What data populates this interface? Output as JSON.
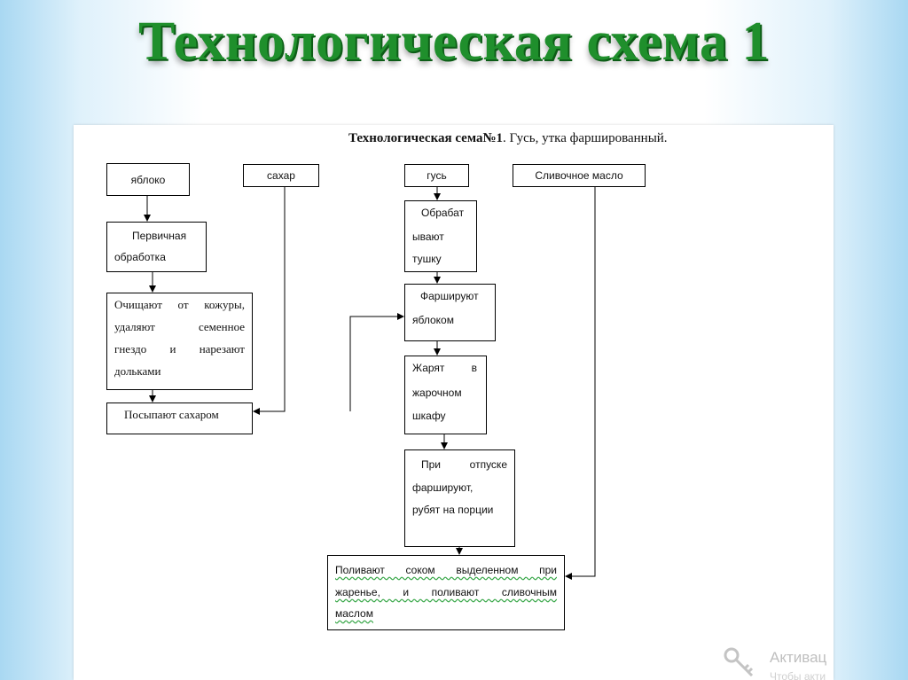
{
  "slide": {
    "title": "Технологическая схема 1"
  },
  "scheme": {
    "title_bold": "Технологическая сема№1",
    "title_rest": ". Гусь, утка фаршированный."
  },
  "nodes": {
    "apple": "яблоко",
    "sugar": "сахар",
    "goose": "гусь",
    "butter": "Сливочное масло",
    "primary_processing": {
      "line1": "Первичная",
      "line2": "обработка"
    },
    "peel": {
      "line1": "Очищают от кожуры,",
      "line2": "удаляют      семенное",
      "line3": "гнездо   и   нарезают",
      "line4": "дольками"
    },
    "sprinkle_sugar": "Посыпают сахаром",
    "process_carcass": {
      "line1": "Обрабат",
      "line2": "ывают",
      "line3": "тушку"
    },
    "stuff_apple": {
      "line1": "Фаршируют",
      "line2": "яблоком"
    },
    "fry": {
      "line1": "Жарят     в",
      "line2": "жарочном",
      "line3": "шкафу"
    },
    "serving": {
      "line1": "При       отпуске",
      "line2": "фаршируют,",
      "line3": "рубят на порции"
    },
    "pour": {
      "line1": "Поливают соком выделенном при",
      "line2": "жаренье, и поливают сливочным",
      "line3": "маслом"
    }
  },
  "watermark": {
    "line1": "Активац",
    "line2": "Чтобы акти"
  },
  "colors": {
    "title_green": "#1f8f2c",
    "background_blue": "#a9d8f2",
    "spellcheck_green": "#3aa84a"
  }
}
